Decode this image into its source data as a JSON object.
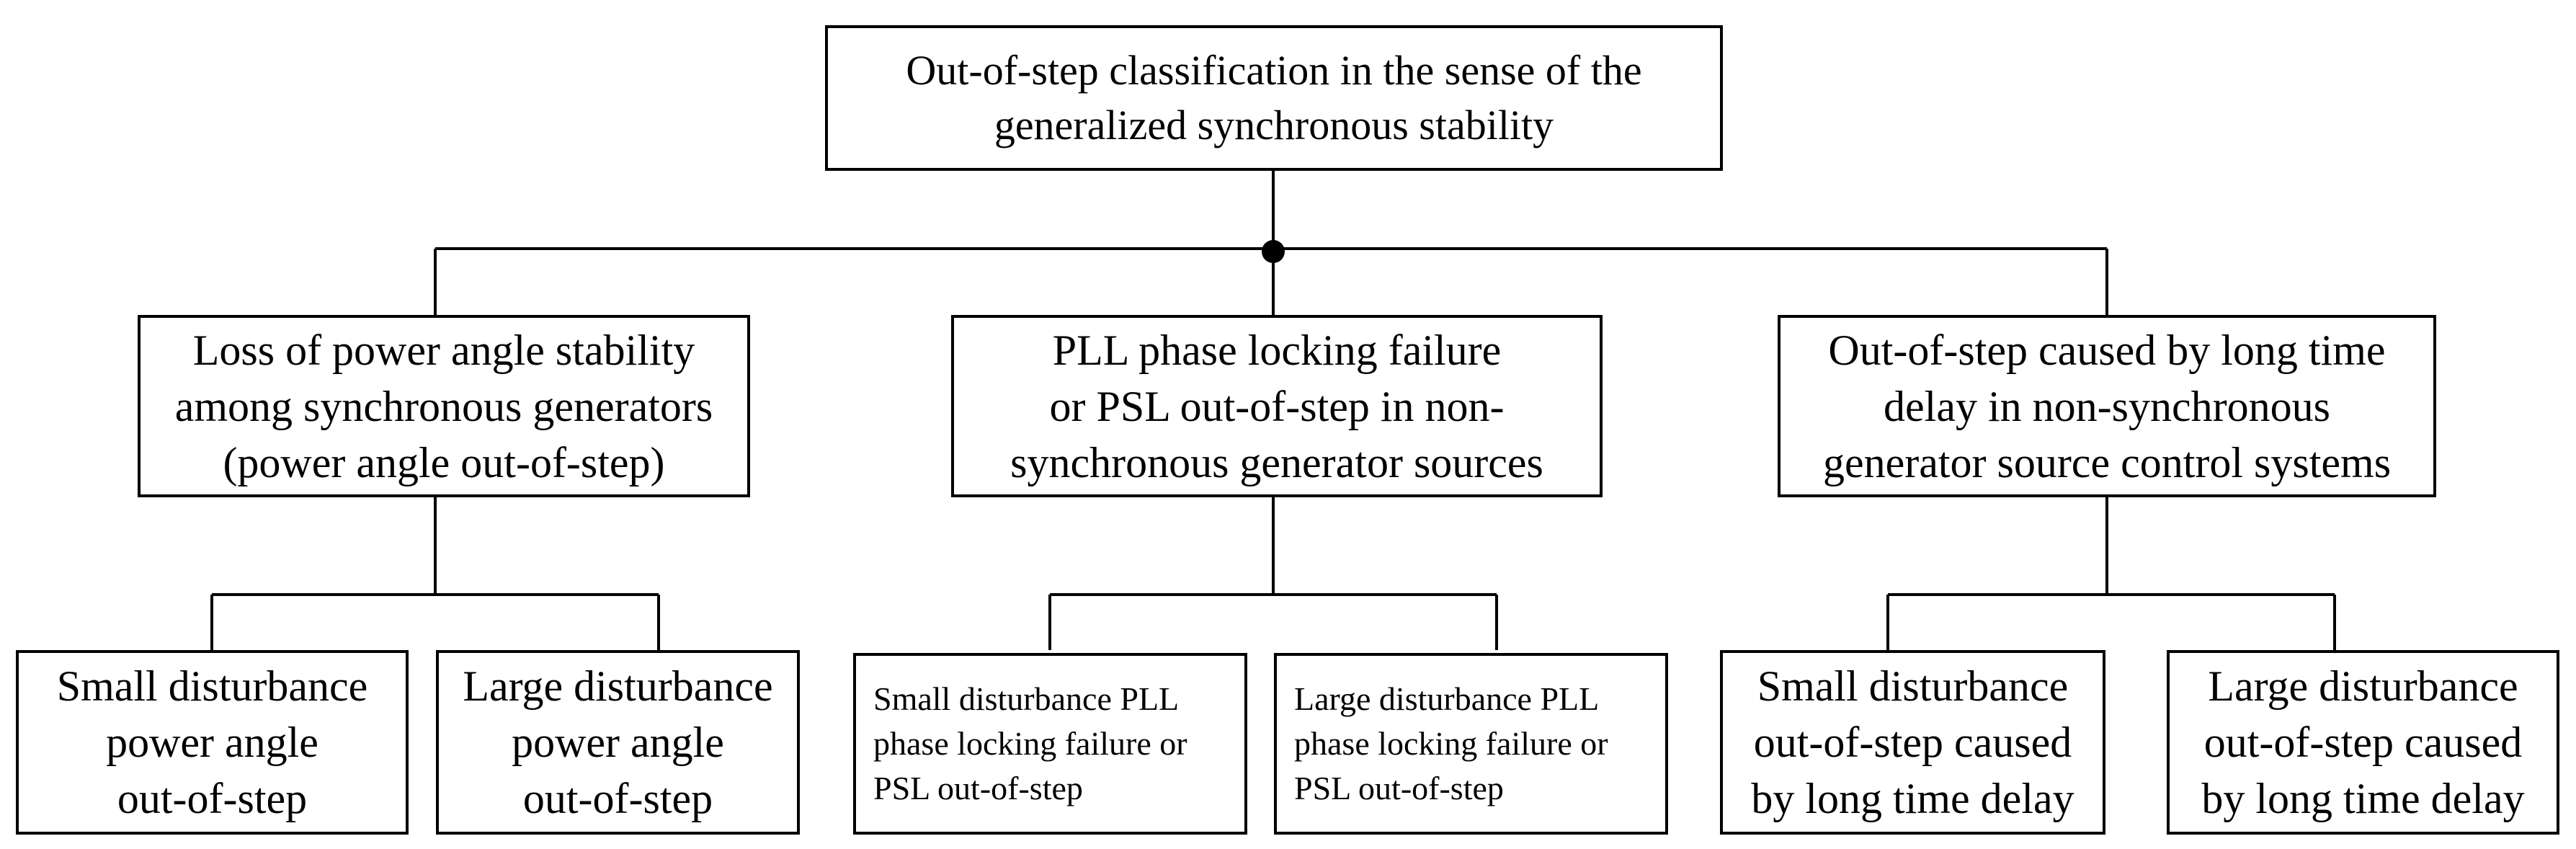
{
  "root": {
    "lines": [
      "Out-of-step classification in the sense of the",
      "generalized synchronous stability"
    ]
  },
  "categories": [
    {
      "lines": [
        "Loss of power angle stability",
        "among synchronous generators",
        "(power angle out-of-step)"
      ],
      "children": [
        {
          "lines": [
            "Small disturbance",
            "power angle",
            "out-of-step"
          ]
        },
        {
          "lines": [
            "Large disturbance",
            "power angle",
            "out-of-step"
          ]
        }
      ]
    },
    {
      "lines": [
        "PLL phase locking failure",
        "or PSL out-of-step in non-",
        "synchronous generator sources"
      ],
      "children": [
        {
          "lines": [
            "Small disturbance PLL",
            "phase locking failure or",
            "PSL out-of-step"
          ]
        },
        {
          "lines": [
            "Large disturbance PLL",
            "phase locking failure or",
            "PSL out-of-step"
          ]
        }
      ]
    },
    {
      "lines": [
        "Out-of-step caused by long time",
        "delay in non-synchronous",
        "generator source control systems"
      ],
      "children": [
        {
          "lines": [
            "Small disturbance",
            "out-of-step caused",
            "by long time delay"
          ]
        },
        {
          "lines": [
            "Large disturbance",
            "out-of-step caused",
            "by long time delay"
          ]
        }
      ]
    }
  ]
}
